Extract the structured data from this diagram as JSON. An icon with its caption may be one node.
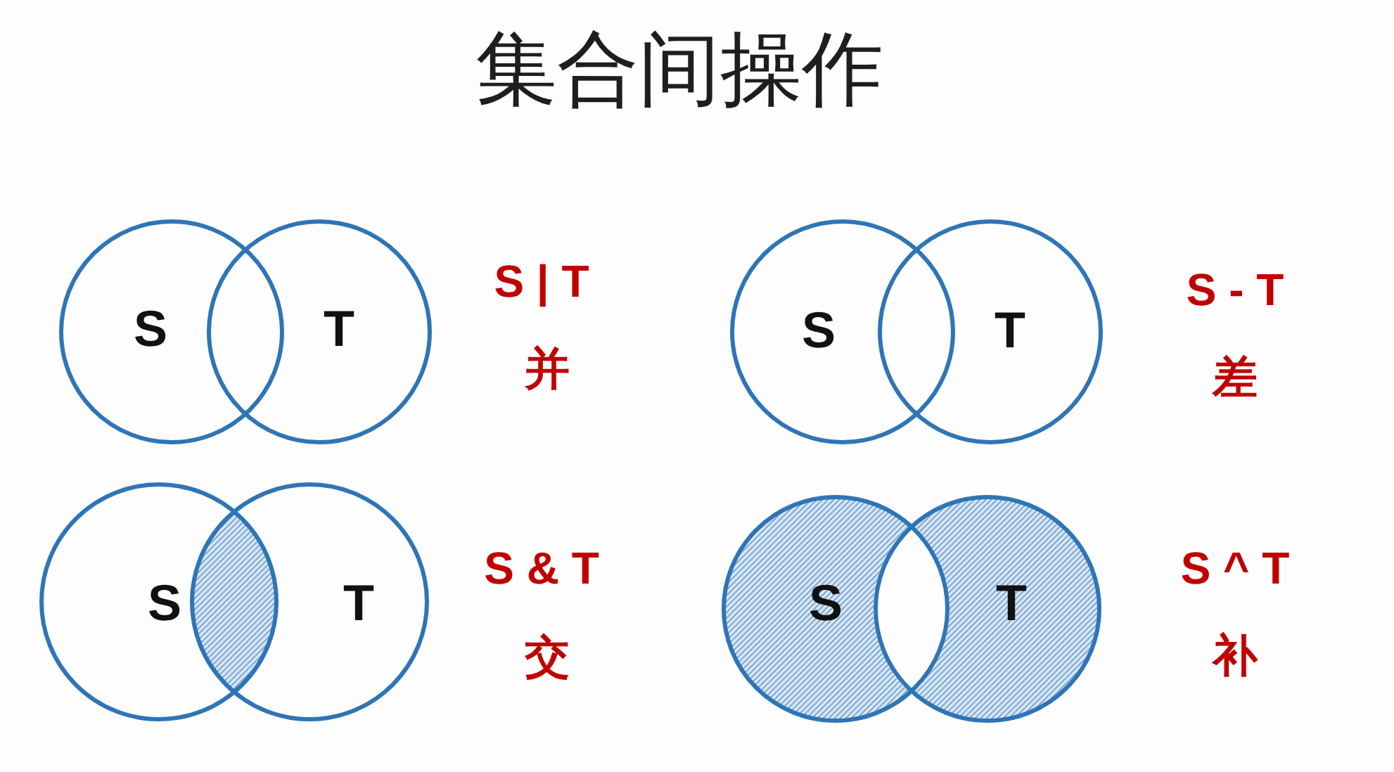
{
  "diagram": {
    "title": "集合间操作",
    "nodes": [
      {
        "text": [
          "S"
        ]
      },
      {
        "text": [
          "T"
        ]
      },
      {
        "text": [
          "S"
        ]
      },
      {
        "text": [
          "T"
        ]
      },
      {
        "text": [
          "S"
        ]
      },
      {
        "text": [
          "T"
        ]
      },
      {
        "text": [],
        "shape": "lens"
      },
      {
        "text": [
          "S"
        ]
      },
      {
        "text": [
          "T"
        ]
      }
    ],
    "labels": [
      "S | T",
      "并",
      "S - T",
      "差",
      "S & T",
      "交",
      "S ^ T",
      "补"
    ]
  }
}
